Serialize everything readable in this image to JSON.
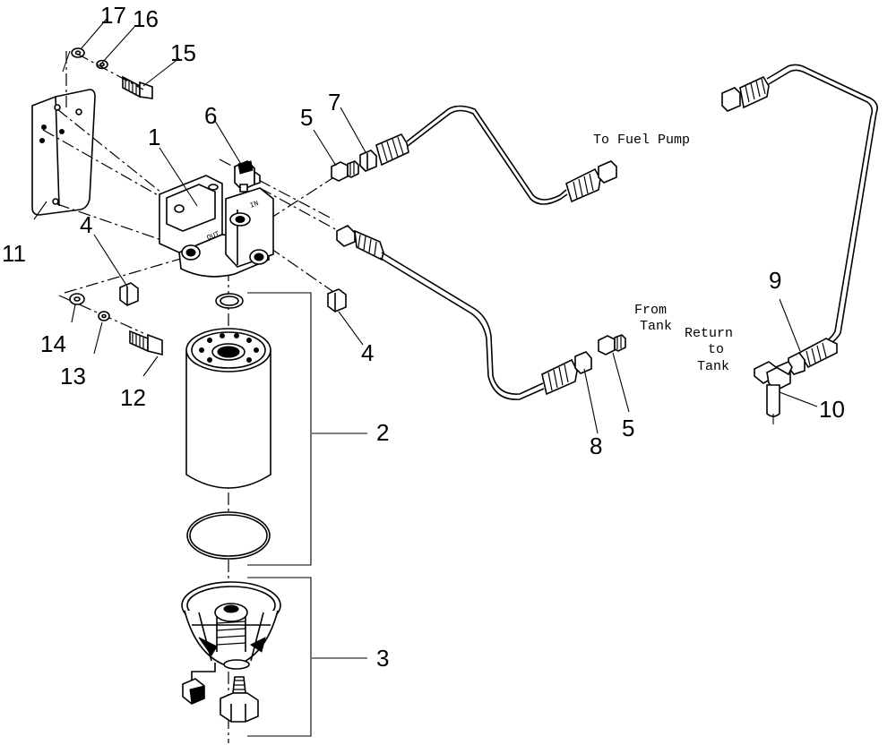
{
  "part_numbers": {
    "p1": "1",
    "p2": "2",
    "p3": "3",
    "p4a": "4",
    "p4b": "4",
    "p5a": "5",
    "p5b": "5",
    "p6": "6",
    "p7": "7",
    "p8": "8",
    "p9": "9",
    "p10": "10",
    "p11": "11",
    "p12": "12",
    "p13": "13",
    "p14": "14",
    "p15": "15",
    "p16": "16",
    "p17": "17"
  },
  "notes": {
    "to_fuel_pump": "To Fuel Pump",
    "from_tank_1": "From",
    "from_tank_2": "Tank",
    "return_1": "Return",
    "return_2": "to",
    "return_3": "Tank"
  },
  "head_markings": {
    "out": "OUT",
    "in": "IN"
  }
}
